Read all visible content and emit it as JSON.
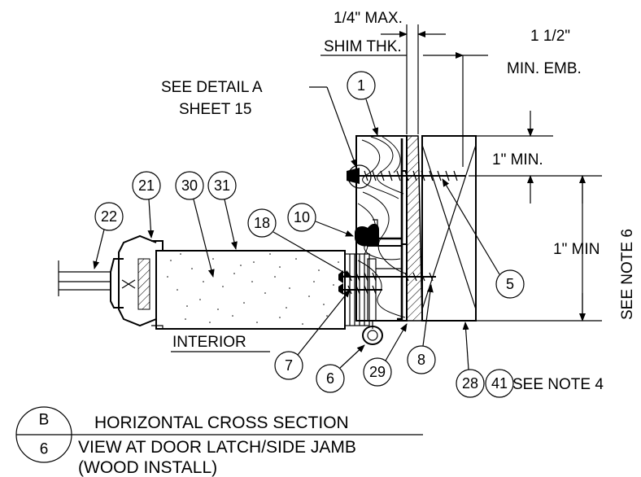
{
  "dimensions": {
    "shim_line1": "1/4\" MAX.",
    "shim_line2": "SHIM THK.",
    "emb_line1": "1 1/2\"",
    "emb_line2": "MIN. EMB.",
    "min_top": "1\" MIN.",
    "min_side": "1\" MIN"
  },
  "notes": {
    "detail_line1": "SEE DETAIL A",
    "detail_line2": "SHEET 15",
    "see_note_6": "SEE NOTE 6",
    "see_note_4": "SEE NOTE 4",
    "interior": "INTERIOR"
  },
  "callouts": [
    "1",
    "5",
    "6",
    "7",
    "8",
    "10",
    "18",
    "21",
    "22",
    "28",
    "29",
    "30",
    "31",
    "41"
  ],
  "title_block": {
    "detail": "B",
    "sheet": "6",
    "line1": "HORIZONTAL CROSS SECTION",
    "line2": "VIEW AT DOOR LATCH/SIDE JAMB",
    "line3": "(WOOD INSTALL)"
  }
}
